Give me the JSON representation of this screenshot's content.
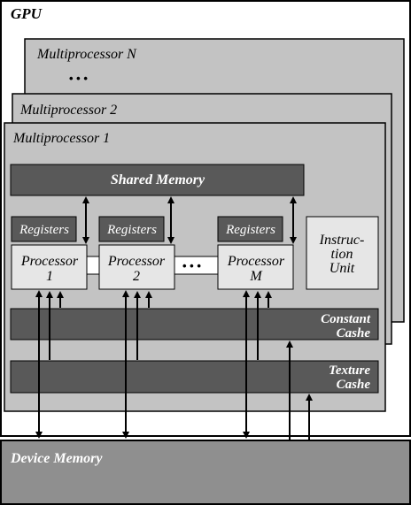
{
  "gpu": {
    "label": "GPU"
  },
  "multiprocessors": {
    "back_label": "Multiprocessor N",
    "middle_label": "Multiprocessor 2",
    "front_label": "Multiprocessor 1",
    "back_ellipsis": "• • •"
  },
  "shared_memory": {
    "label": "Shared Memory"
  },
  "registers": {
    "label": "Registers"
  },
  "processors": [
    {
      "line1": "Processor",
      "line2": "1"
    },
    {
      "line1": "Processor",
      "line2": "2"
    },
    {
      "line1": "Processor",
      "line2": "M"
    }
  ],
  "processor_ellipsis": "• • •",
  "instruction_unit": {
    "line1": "Instruc-",
    "line2": "tion",
    "line3": "Unit"
  },
  "constant_cache": {
    "line1": "Constant",
    "line2": "Cashe"
  },
  "texture_cache": {
    "line1": "Texture",
    "line2": "Cashe"
  },
  "device_memory": {
    "label": "Device Memory"
  },
  "colors": {
    "outer_fill": "#ffffff",
    "mp_fill": "#c3c3c3",
    "dark_block": "#595959",
    "light_block": "#e6e6e6",
    "device_fill": "#8f8f8f",
    "stroke": "#000000"
  }
}
